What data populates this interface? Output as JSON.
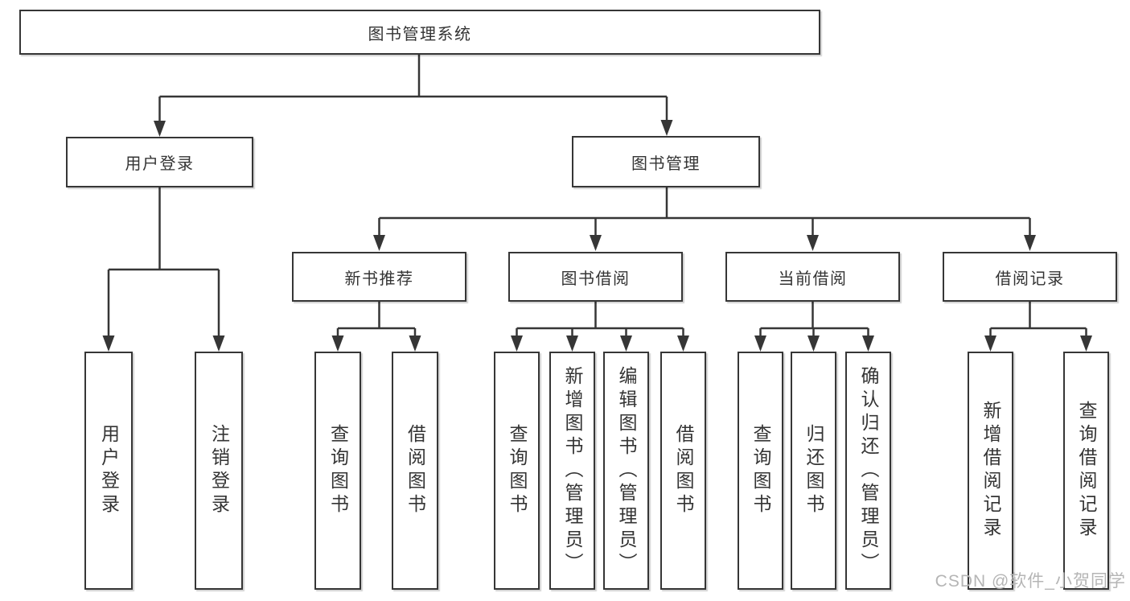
{
  "tree": {
    "label": "图书管理系统",
    "children": [
      {
        "label": "用户登录",
        "children": [
          {
            "label": "用户登录"
          },
          {
            "label": "注销登录"
          }
        ]
      },
      {
        "label": "图书管理",
        "children": [
          {
            "label": "新书推荐",
            "children": [
              {
                "label": "查询图书"
              },
              {
                "label": "借阅图书"
              }
            ]
          },
          {
            "label": "图书借阅",
            "children": [
              {
                "label": "查询图书"
              },
              {
                "label": "新增图书（管理员）"
              },
              {
                "label": "编辑图书（管理员）"
              },
              {
                "label": "借阅图书"
              }
            ]
          },
          {
            "label": "当前借阅",
            "children": [
              {
                "label": "查询图书"
              },
              {
                "label": "归还图书"
              },
              {
                "label": "确认归还（管理员）"
              }
            ]
          },
          {
            "label": "借阅记录",
            "children": [
              {
                "label": "新增借阅记录"
              },
              {
                "label": "查询借阅记录"
              }
            ]
          }
        ]
      }
    ]
  },
  "watermark": {
    "text": "CSDN @软件_小贺同学"
  },
  "colors": {
    "line": "#363636",
    "text": "#343434",
    "background": "#ffffff",
    "watermark": "#b5b5b5"
  }
}
